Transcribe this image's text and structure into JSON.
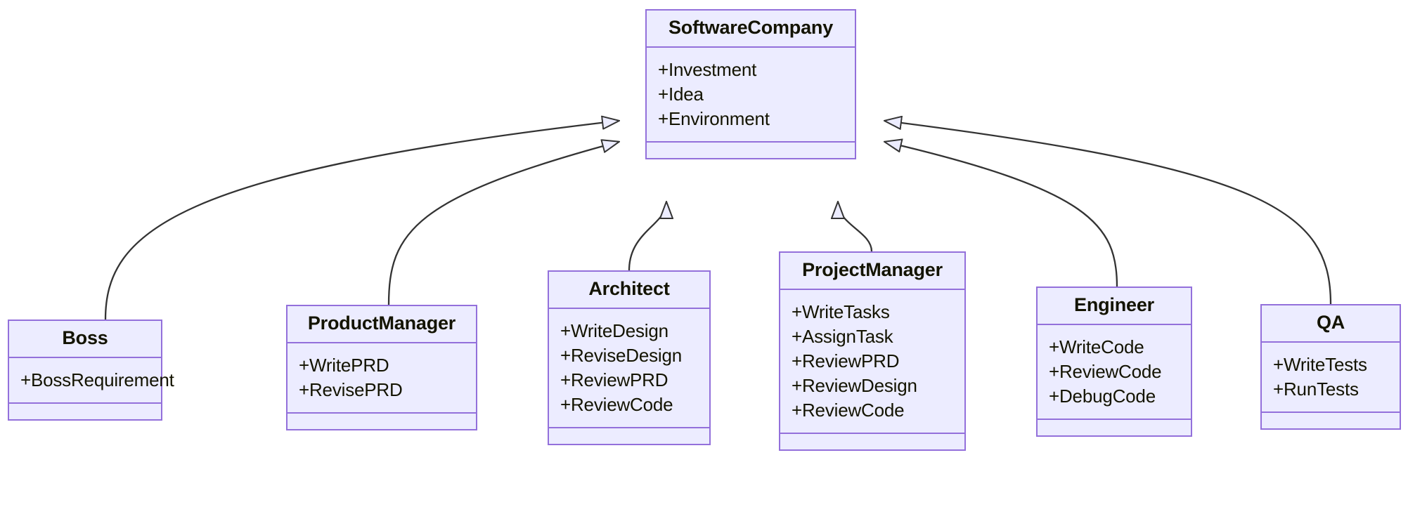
{
  "diagram": {
    "type": "uml-class-diagram",
    "title": "SoftwareCompany roles class diagram",
    "colors": {
      "node_fill": "#ECECFF",
      "node_border": "#9370DB",
      "edge_stroke": "#333333",
      "text": "#131300",
      "background": "#FFFFFF"
    },
    "relationship_type": "inheritance",
    "classes": [
      {
        "id": "software-company",
        "name": "SoftwareCompany",
        "attributes": [
          "+Investment",
          "+Idea",
          "+Environment"
        ],
        "methods": []
      },
      {
        "id": "boss",
        "name": "Boss",
        "attributes": [
          "+BossRequirement"
        ],
        "methods": []
      },
      {
        "id": "product-manager",
        "name": "ProductManager",
        "attributes": [
          "+WritePRD",
          "+RevisePRD"
        ],
        "methods": []
      },
      {
        "id": "architect",
        "name": "Architect",
        "attributes": [
          "+WriteDesign",
          "+ReviseDesign",
          "+ReviewPRD",
          "+ReviewCode"
        ],
        "methods": []
      },
      {
        "id": "project-manager",
        "name": "ProjectManager",
        "attributes": [
          "+WriteTasks",
          "+AssignTask",
          "+ReviewPRD",
          "+ReviewDesign",
          "+ReviewCode"
        ],
        "methods": []
      },
      {
        "id": "engineer",
        "name": "Engineer",
        "attributes": [
          "+WriteCode",
          "+ReviewCode",
          "+DebugCode"
        ],
        "methods": []
      },
      {
        "id": "qa",
        "name": "QA",
        "attributes": [
          "+WriteTests",
          "+RunTests"
        ],
        "methods": []
      }
    ],
    "edges": [
      {
        "from": "boss",
        "to": "software-company",
        "kind": "inheritance"
      },
      {
        "from": "product-manager",
        "to": "software-company",
        "kind": "inheritance"
      },
      {
        "from": "architect",
        "to": "software-company",
        "kind": "inheritance"
      },
      {
        "from": "project-manager",
        "to": "software-company",
        "kind": "inheritance"
      },
      {
        "from": "engineer",
        "to": "software-company",
        "kind": "inheritance"
      },
      {
        "from": "qa",
        "to": "software-company",
        "kind": "inheritance"
      }
    ]
  }
}
